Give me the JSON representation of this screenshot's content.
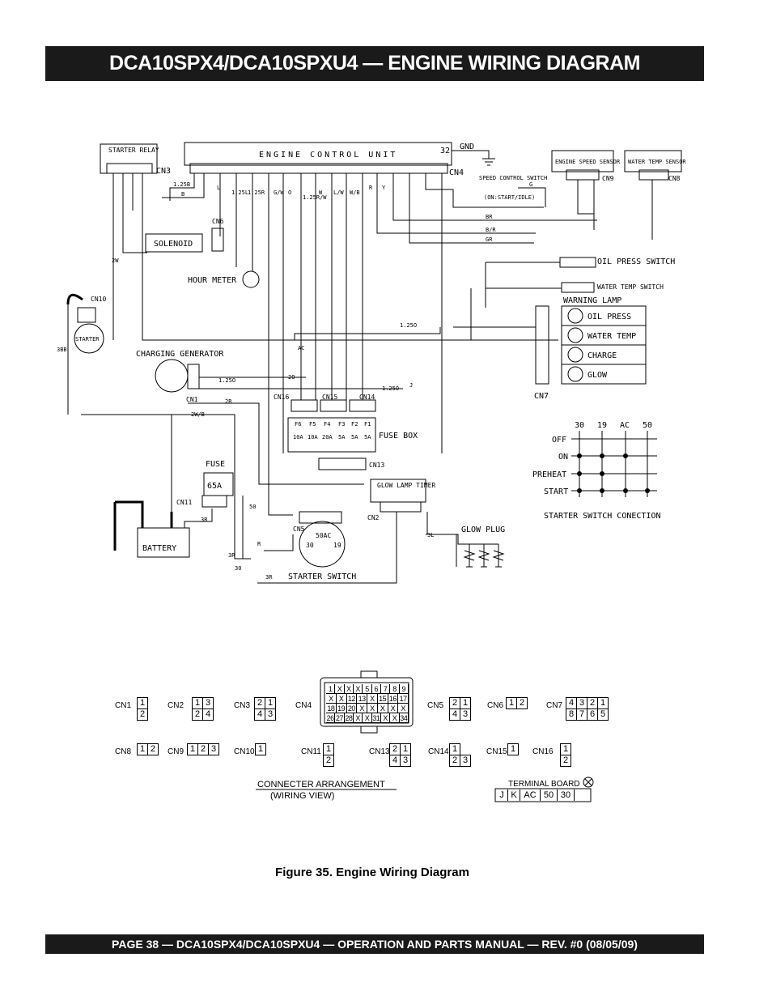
{
  "header": {
    "title": "DCA10SPX4/DCA10SPXU4 — ENGINE WIRING DIAGRAM"
  },
  "diagram": {
    "components": {
      "starter_relay": "STARTER RELAY",
      "ecu": "ENGINE CONTROL UNIT",
      "ecu_pin": "32",
      "gnd": "GND",
      "speed_sensor": "ENGINE SPEED SENSOR",
      "water_temp_sensor": "WATER TEMP SENSOR",
      "speed_control_switch": "SPEED CONTROL SWITCH",
      "speed_switch_states": "(ON:START/IDLE)",
      "solenoid": "SOLENOID",
      "hour_meter": "HOUR METER",
      "starter": "STARTER",
      "charging_generator": "CHARGING GENERATOR",
      "oil_press_switch": "OIL PRESS SWITCH",
      "water_temp_switch": "WATER TEMP SWITCH",
      "warning_lamp": "WARNING LAMP",
      "lamps": [
        "OIL PRESS",
        "WATER TEMP",
        "CHARGE",
        "GLOW"
      ],
      "fuse_box": "FUSE BOX",
      "fuse": "FUSE",
      "fuse_rating": "65A",
      "battery": "BATTERY",
      "glow_lamp_timer": "GLOW LAMP TIMER",
      "glow_plug": "GLOW PLUG",
      "starter_switch": "STARTER SWITCH",
      "starter_switch_connection": "STARTER SWITCH CONECTION",
      "starter_switch_terminals": [
        "30",
        "19",
        "AC",
        "50"
      ],
      "starter_switch_positions": [
        "OFF",
        "ON",
        "PREHEAT",
        "START"
      ],
      "starter_switch_face": "50AC",
      "starter_switch_face_nums": [
        "30",
        "19"
      ]
    },
    "connectors": [
      "CN3",
      "CN4",
      "CN6",
      "CN7",
      "CN8",
      "CN9",
      "CN10",
      "CN1",
      "CN16",
      "CN15",
      "CN14",
      "CN13",
      "CN11",
      "CN5",
      "CN2"
    ],
    "wire_labels": [
      "1.25B",
      "B",
      "L",
      "1.25L",
      "1.25R",
      "G/W",
      "O",
      "1.25R/W",
      "W",
      "L/W",
      "W/B",
      "R",
      "Y",
      "G",
      "BR",
      "B/R",
      "GR",
      "2W",
      "3BB",
      "1.25O",
      "1.25O",
      "1.25O",
      "2O",
      "2R",
      "2W/B",
      "3R",
      "3R",
      "3R",
      "3L",
      "J",
      "AC",
      "50",
      "30",
      "R"
    ],
    "fuse_amps": [
      "10A",
      "10A",
      "20A",
      "5A",
      "5A",
      "5A"
    ],
    "fuse_ids": [
      "F6",
      "F5",
      "F4",
      "F3",
      "F2",
      "F1"
    ]
  },
  "connector_arrangement": {
    "title": "CONNECTER ARRANGEMENT",
    "subtitle": "(WIRING VIEW)",
    "items": [
      {
        "name": "CN1",
        "rows": [
          [
            "1"
          ],
          [
            "2"
          ]
        ]
      },
      {
        "name": "CN2",
        "rows": [
          [
            "1",
            "3"
          ],
          [
            "2",
            "4"
          ]
        ]
      },
      {
        "name": "CN3",
        "rows": [
          [
            "2",
            "1"
          ],
          [
            "4",
            "3"
          ]
        ]
      },
      {
        "name": "CN4",
        "rows": [
          [
            "1",
            "X",
            "X",
            "X",
            "5",
            "6",
            "7",
            "8",
            "9"
          ],
          [
            "X",
            "X",
            "12",
            "13",
            "X",
            "15",
            "16",
            "17"
          ],
          [
            "18",
            "19",
            "20",
            "X",
            "X",
            "X",
            "X",
            "X"
          ],
          [
            "26",
            "27",
            "28",
            "X",
            "X",
            "31",
            "X",
            "X",
            "34"
          ]
        ]
      },
      {
        "name": "CN5",
        "rows": [
          [
            "2",
            "1"
          ],
          [
            "4",
            "3"
          ]
        ]
      },
      {
        "name": "CN6",
        "rows": [
          [
            "1",
            "2"
          ]
        ]
      },
      {
        "name": "CN7",
        "rows": [
          [
            "4",
            "3",
            "2",
            "1"
          ],
          [
            "8",
            "7",
            "6",
            "5"
          ]
        ]
      },
      {
        "name": "CN8",
        "rows": [
          [
            "1",
            "2"
          ]
        ]
      },
      {
        "name": "CN9",
        "rows": [
          [
            "1",
            "2",
            "3"
          ]
        ]
      },
      {
        "name": "CN10",
        "rows": [
          [
            "1"
          ]
        ]
      },
      {
        "name": "CN11",
        "rows": [
          [
            "1"
          ],
          [
            "2"
          ]
        ]
      },
      {
        "name": "CN13",
        "rows": [
          [
            "2",
            "1"
          ],
          [
            "4",
            "3"
          ]
        ]
      },
      {
        "name": "CN14",
        "rows": [
          [
            "1"
          ],
          [
            "2",
            "3"
          ]
        ]
      },
      {
        "name": "CN15",
        "rows": [
          [
            "1"
          ]
        ]
      },
      {
        "name": "CN16",
        "rows": [
          [
            "1"
          ],
          [
            "2"
          ]
        ]
      }
    ],
    "terminal_board": {
      "title": "TERMINAL BOARD",
      "cells": [
        "J",
        "K",
        "AC",
        "50",
        "30"
      ]
    }
  },
  "caption": "Figure 35. Engine Wiring Diagram",
  "footer": {
    "text": "PAGE 38 — DCA10SPX4/DCA10SPXU4 —  OPERATION  AND PARTS MANUAL — REV. #0  (08/05/09)"
  }
}
